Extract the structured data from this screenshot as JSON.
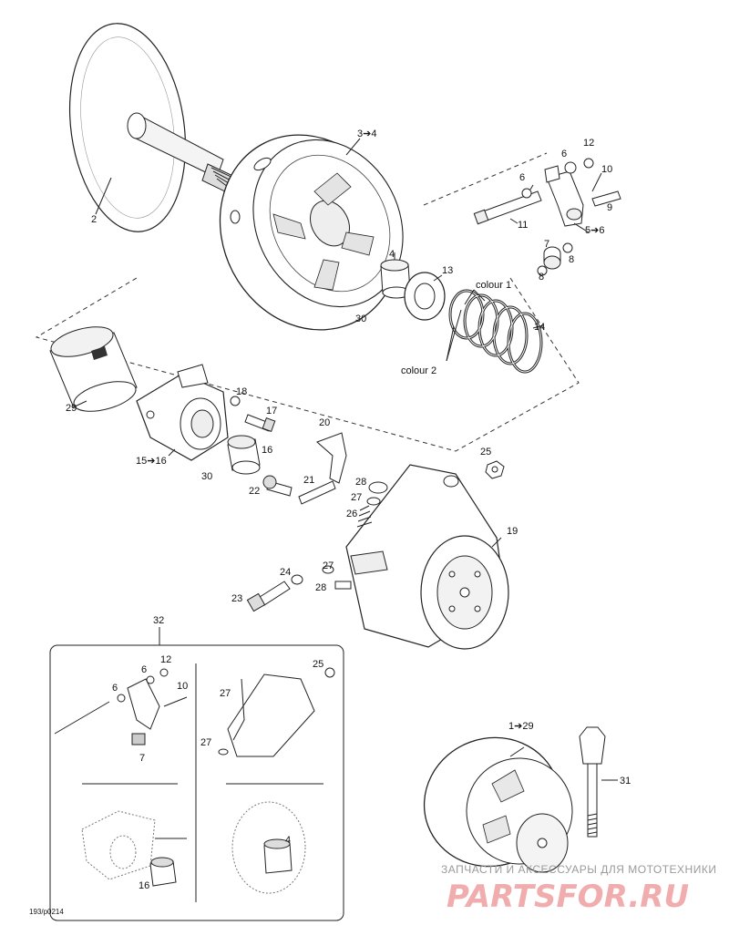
{
  "callouts": {
    "c2": "2",
    "c3_4": "3➔4",
    "c4": "4",
    "c5_6": "5➔6",
    "c6a": "6",
    "c6b": "6",
    "c7": "7",
    "c8a": "8",
    "c8b": "8",
    "c9": "9",
    "c10": "10",
    "c11": "11",
    "c12": "12",
    "c13": "13",
    "c14": "14",
    "colour1": "colour 1",
    "colour2": "colour 2",
    "c15_16": "15➔16",
    "c16": "16",
    "c17": "17",
    "c18": "18",
    "c19": "19",
    "c20": "20",
    "c21": "21",
    "c22": "22",
    "c23": "23",
    "c24": "24",
    "c25": "25",
    "c26": "26",
    "c27a": "27",
    "c27b": "27",
    "c28a": "28",
    "c28b": "28",
    "c29": "29",
    "c30a": "30",
    "c30b": "30",
    "c31": "31",
    "c32": "32",
    "c1_29": "1➔29"
  },
  "inset_callouts": {
    "i6a": "6",
    "i6b": "6",
    "i12": "12",
    "i10": "10",
    "i7": "7",
    "i25": "25",
    "i27a": "27",
    "i27b": "27",
    "i16": "16",
    "i4": "4"
  },
  "drawing_code": "193/p0214",
  "watermark": {
    "line1": "ЗАПЧАСТИ И АКСЕССУАРЫ ДЛЯ МОТОТЕХНИКИ",
    "line2": "PARTSFOR.RU"
  }
}
